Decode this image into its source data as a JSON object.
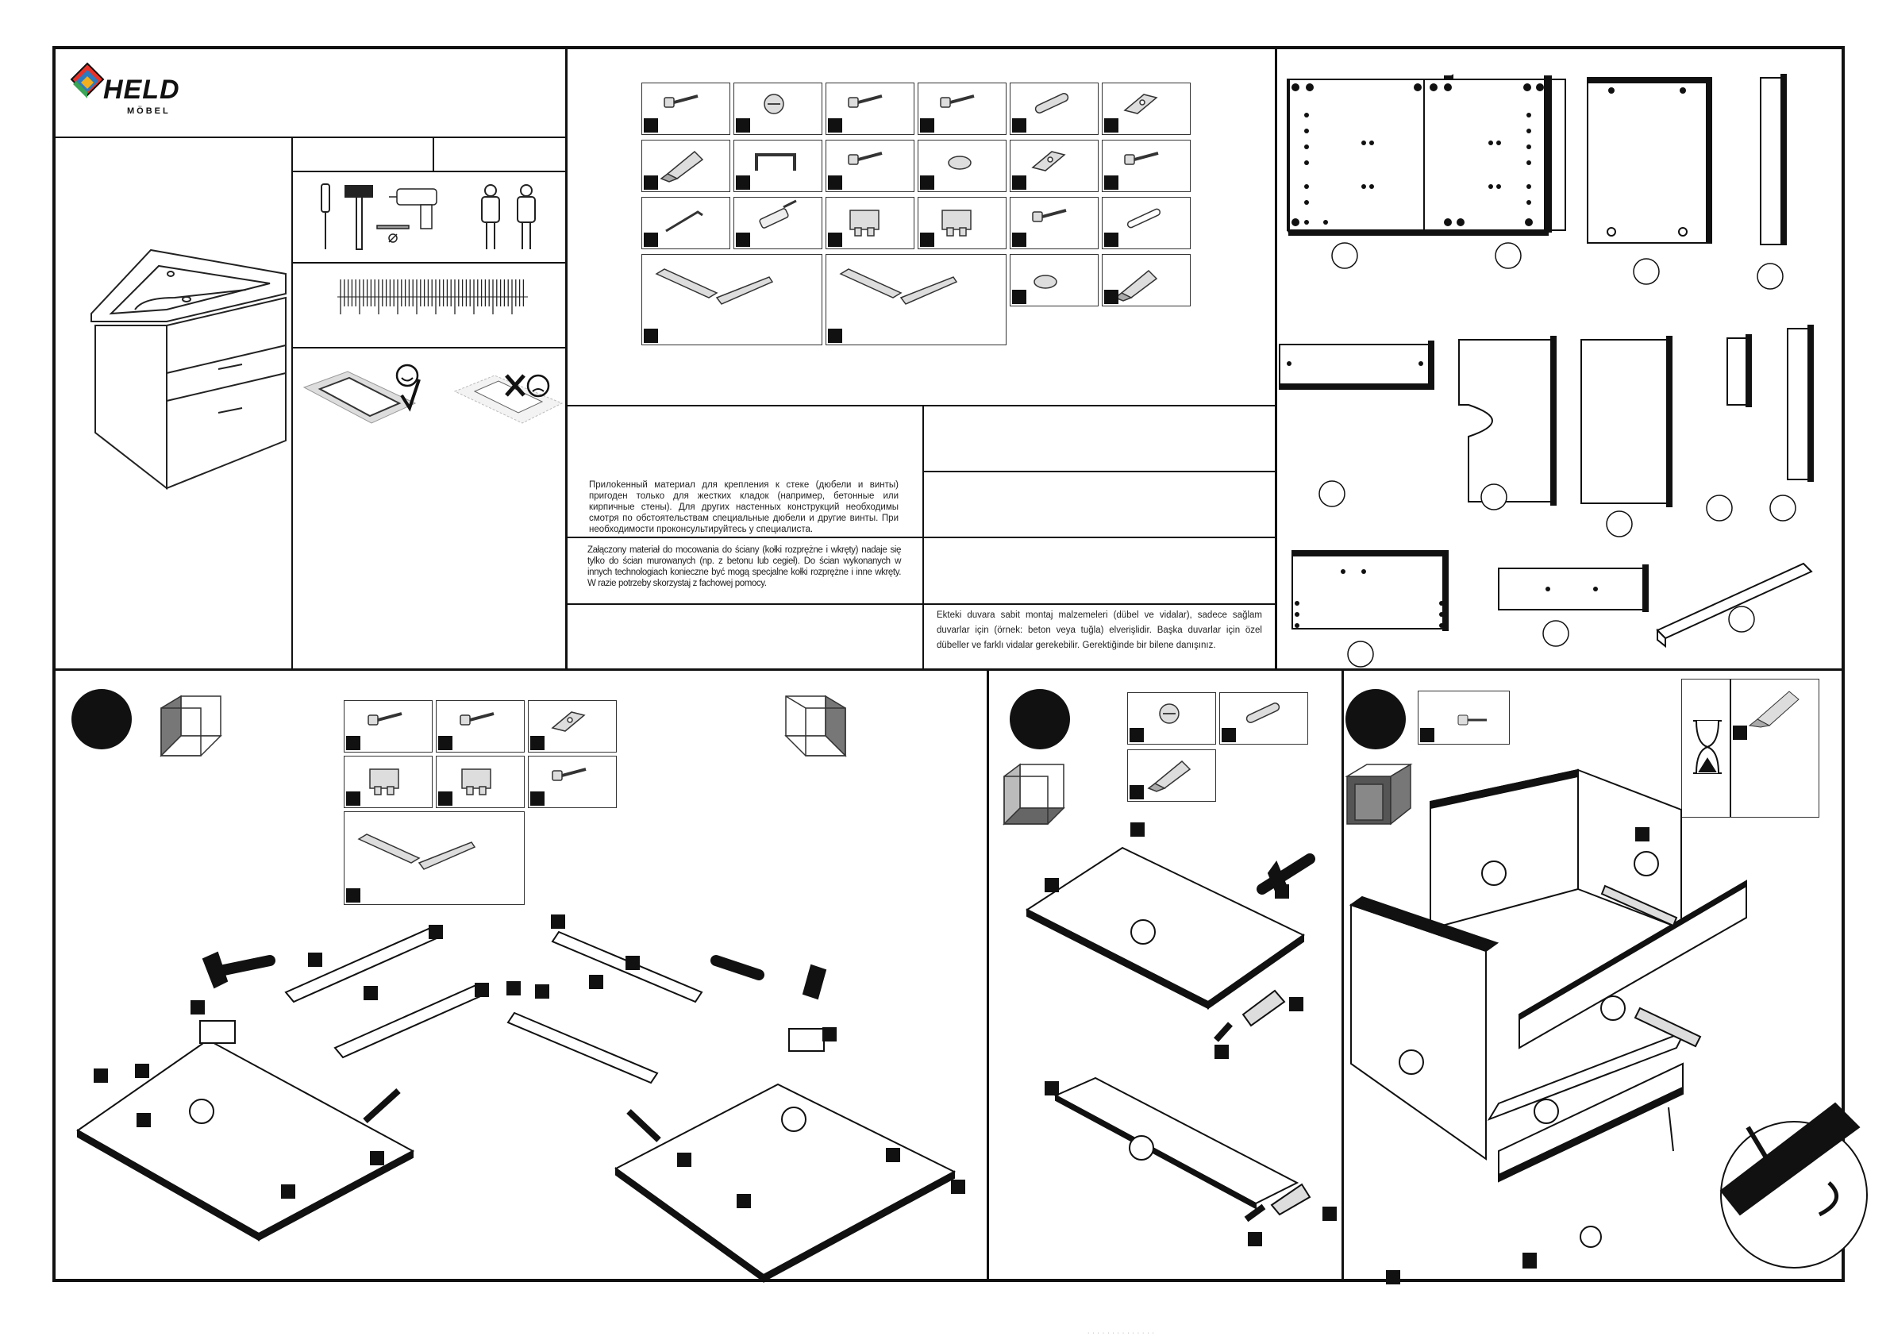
{
  "brand": {
    "name": "HELD",
    "sub": "MÖBEL",
    "colors": [
      "#e8332a",
      "#2b7bc0",
      "#f2b01e",
      "#3aa655"
    ]
  },
  "notes": {
    "ru": "Прилоkенный материал для крепления к стеке (дюбели и винты) пригоден только для жестких кладок (например, бетонные или кирпичные стены). Для других настенных конструкций необходимы смотря по обстоятельствам специальные дюбели и другие винты. При необходимости проконсультируйтесь у специалиста.",
    "pl": "Załączony materiał do mocowania do ściany (kołki rozprężne i wkręty) nadaje się tylko do ścian murowanych (np. z betonu lub cegieł). Do ścian wykonanych w innych technologiach konieczne być mogą specjalne kołki rozprężne i inne wkręty. W razie potrzeby skorzystaj z fachowej pomocy.",
    "tr": "Ekteki duvara sabit montaj malzemeleri (dübel ve vidalar), sadece sağlam duvarlar için (örnek: beton veya tuğla) elverişlidir. Başka duvarlar için özel dübeller ve farklı vidalar gerekebilir. Gerektiğinde bir bilene danışınız."
  },
  "icons": {
    "tools": [
      "screwdriver-icon",
      "hammer-icon",
      "drill-icon",
      "person-icon",
      "person-icon"
    ],
    "floor_ok": "smiley-check-icon",
    "floor_bad": "frown-cross-icon",
    "hourglass": "hourglass-icon"
  },
  "hardware_parts": [
    "dowel-screw",
    "cam-lock",
    "small-screw",
    "wood-screw",
    "wooden-dowel",
    "hanger-bracket",
    "glue-tube",
    "handle",
    "long-screw",
    "bumper",
    "bracket",
    "short-screw",
    "l-key",
    "wall-plug",
    "hanger-left",
    "hanger-right",
    "wood-screw-long",
    "washer-strip",
    "drawer-runners",
    "drawer-rails-pair",
    "knob",
    "glue-tube-small"
  ]
}
